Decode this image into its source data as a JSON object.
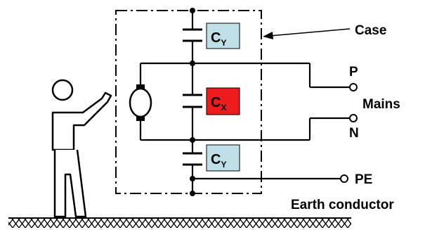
{
  "labels": {
    "case": "Case",
    "mains": "Mains",
    "p": "P",
    "n": "N",
    "pe": "PE",
    "earth": "Earth conductor"
  },
  "capacitors": {
    "cy_top": {
      "letter": "C",
      "sub": "Y",
      "fill": "#bfe0e6"
    },
    "cx_middle": {
      "letter": "C",
      "sub": "X",
      "fill": "#ee1c1c"
    },
    "cy_bottom": {
      "letter": "C",
      "sub": "Y",
      "fill": "#bfe0e6"
    }
  },
  "icons": {
    "person": "person-touching-case-icon",
    "motor": "motor-icon",
    "ground": "ground-hatch-icon"
  }
}
